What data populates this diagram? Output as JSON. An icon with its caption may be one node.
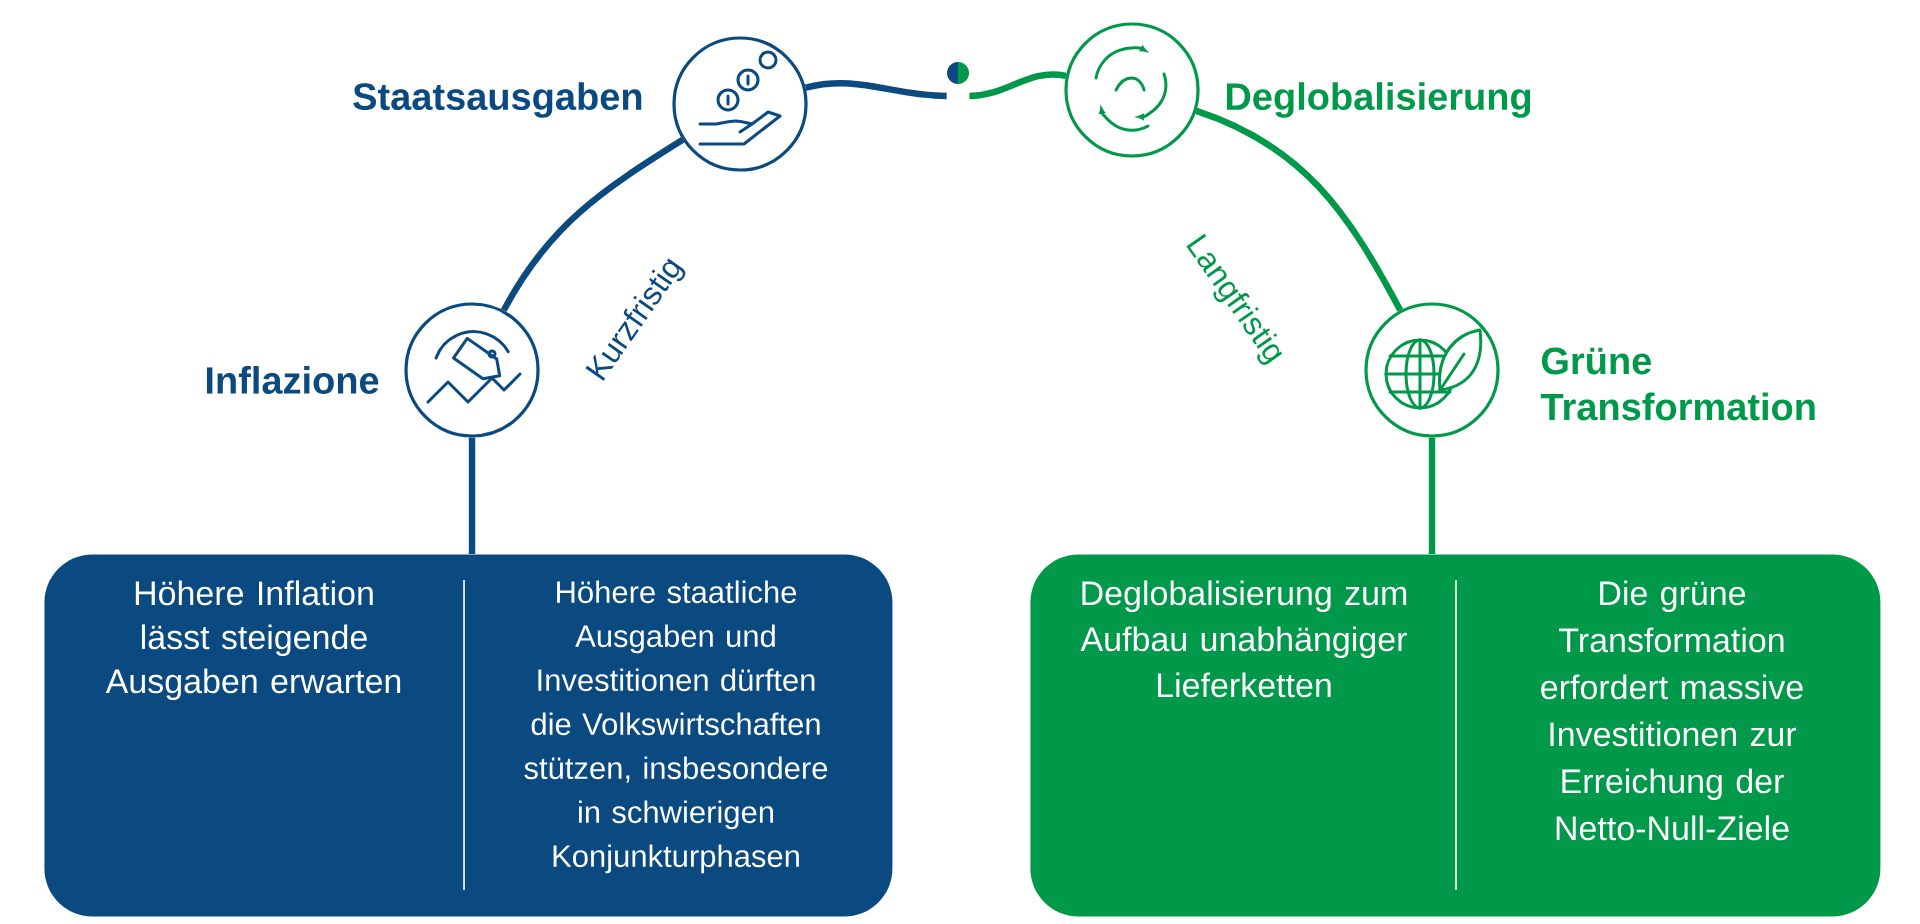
{
  "diagram": {
    "nodes": [
      {
        "text": [
          "Staatsausgaben"
        ]
      },
      {
        "text": [],
        "shape": "circle"
      },
      {
        "text": [
          "Deglobalisierung"
        ]
      },
      {
        "text": [
          "Inflazione"
        ]
      },
      {
        "text": [
          "Grüne Transformation"
        ]
      },
      {
        "text": [
          "Höhere Inflation lässt steigende Ausgaben erwarten",
          "Höhere staatliche Ausgaben und Investitionen dürften die Volkswirtschaften stützen, insbesondere in schwierigen Konjunkturphasen"
        ]
      },
      {
        "text": [
          "Deglobalisierung zum Aufbau unabhängiger Lieferketten",
          "Die grüne Transformation erfordert massive Investitionen zur Erreichung der Netto-Null-Ziele"
        ]
      }
    ],
    "edges": [
      {
        "from": 3,
        "to": 0,
        "arrow": "none",
        "label": "Kurzfristig",
        "color": "#0b4a80"
      },
      {
        "from": 0,
        "to": 1,
        "arrow": "none",
        "color": "#0b4a80"
      },
      {
        "from": 1,
        "to": 2,
        "arrow": "none",
        "color": "#00994a"
      },
      {
        "from": 2,
        "to": 4,
        "arrow": "none",
        "label": "Langfristig",
        "color": "#00994a"
      },
      {
        "from": 3,
        "to": 5,
        "arrow": "none",
        "color": "#0b4a80"
      },
      {
        "from": 4,
        "to": 6,
        "arrow": "none",
        "color": "#00994a"
      }
    ]
  }
}
